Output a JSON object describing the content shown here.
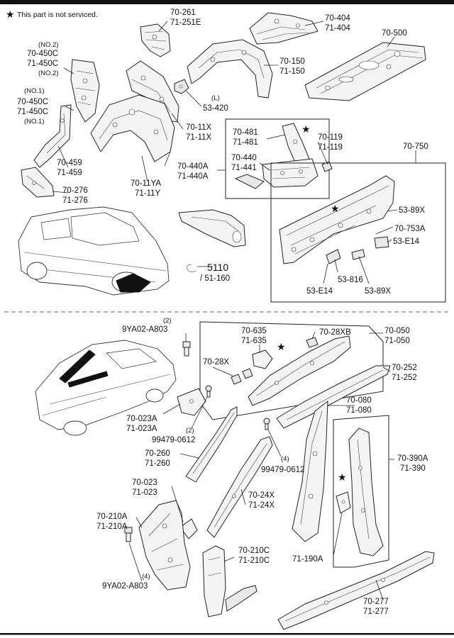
{
  "note": {
    "symbol": "★",
    "text": "This part is not serviced."
  },
  "top_labels": {
    "p70_261": "70-261",
    "p71_251e": "71-251E",
    "p70_404": "70-404",
    "p71_404": "71-404",
    "p70_500": "70-500",
    "no2a": "(NO.2)",
    "p70_450c_a": "70-450C",
    "p71_450c_a": "71-450C",
    "no2b": "(NO.2)",
    "p70_150": "70-150",
    "p71_150": "71-150",
    "no1a": "(NO.1)",
    "p70_450c_b": "70-450C",
    "p71_450c_b": "71-450C",
    "no1b": "(NO.1)",
    "l_mark": "(L)",
    "p53_420": "53-420",
    "p70_11x": "70-11X",
    "p71_11x": "71-11X",
    "p70_481": "70-481",
    "p71_481": "71-481",
    "p70_119": "70-119",
    "p71_119": "71-119",
    "p70_459": "70-459",
    "p71_459": "71-459",
    "p70_440": "70-440",
    "p71_441": "71-441",
    "p70_440a": "70-440A",
    "p71_440a": "71-440A",
    "p70_11ya": "70-11YA",
    "p71_11y": "71-11Y",
    "p70_750": "70-750",
    "p70_276": "70-276",
    "p71_276": "71-276",
    "p53_89x_a": "53-89X",
    "p70_753a": "70-753A",
    "p53_e14_a": "53-E14",
    "p5110": "5110",
    "p51_160": "/ 51-160",
    "p53_816": "53-816",
    "p53_e14_b": "53-E14",
    "p53_89x_b": "53-89X"
  },
  "bottom_labels": {
    "q2a": "(2)",
    "p9ya02_a803_a": "9YA02-A803",
    "p70_635": "70-635",
    "p71_635": "71-635",
    "p70_28xb": "70-28XB",
    "p70_050": "70-050",
    "p71_050": "71-050",
    "p70_28x": "70-28X",
    "p70_252": "70-252",
    "p71_252": "71-252",
    "p70_080": "70-080",
    "p71_080": "71-080",
    "p70_023a": "70-023A",
    "p71_023a": "71-023A",
    "q2b": "(2)",
    "p99479_0612_a": "99479-0612",
    "p70_260": "70-260",
    "p71_260": "71-260",
    "q4a": "(4)",
    "p99479_0612_b": "99479-0612",
    "p70_390a": "70-390A",
    "p71_390": "71-390",
    "p70_023": "70-023",
    "p71_023": "71-023",
    "p70_24x": "70-24X",
    "p71_24x": "71-24X",
    "p70_210a": "70-210A",
    "p71_210a": "71-210A",
    "p70_210c": "70-210C",
    "p71_210c": "71-210C",
    "p71_190a": "71-190A",
    "q4b": "(4)",
    "p9ya02_a803_b": "9YA02-A803",
    "p70_277": "70-277",
    "p71_277": "71-277"
  }
}
